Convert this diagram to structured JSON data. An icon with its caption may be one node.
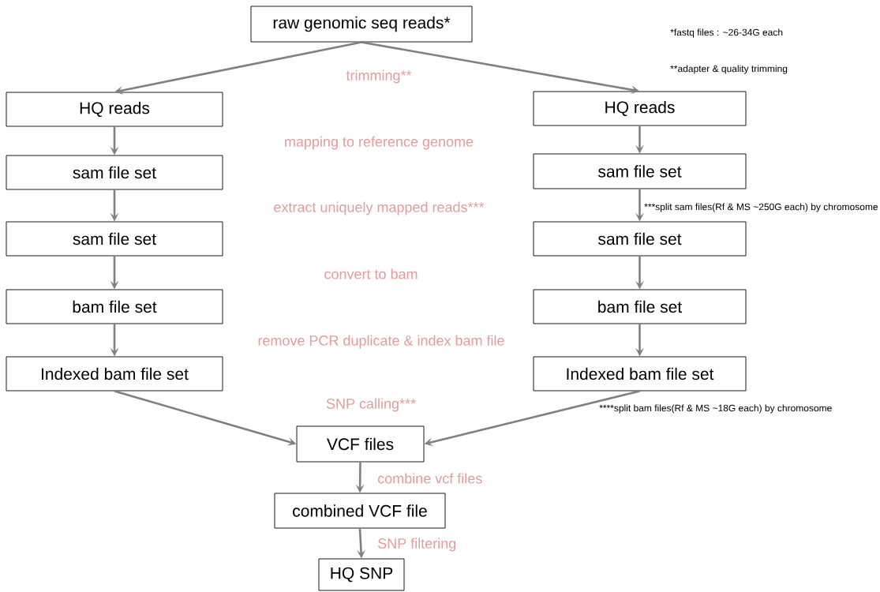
{
  "diagram": {
    "nodes": [
      {
        "text": [
          "raw genomic seq reads*"
        ]
      },
      {
        "text": [
          "HQ reads"
        ]
      },
      {
        "text": [
          "HQ reads"
        ]
      },
      {
        "text": [
          "sam file set"
        ]
      },
      {
        "text": [
          "sam file set"
        ]
      },
      {
        "text": [
          "sam file set"
        ]
      },
      {
        "text": [
          "sam file set"
        ]
      },
      {
        "text": [
          "bam file set"
        ]
      },
      {
        "text": [
          "bam file set"
        ]
      },
      {
        "text": [
          "Indexed bam file set"
        ]
      },
      {
        "text": [
          "Indexed bam file set"
        ]
      },
      {
        "text": [
          "VCF files"
        ]
      },
      {
        "text": [
          "combined VCF file"
        ]
      },
      {
        "text": [
          "HQ SNP"
        ]
      }
    ],
    "edges": [
      {
        "from": 0,
        "to": 1,
        "arrow": "to"
      },
      {
        "from": 0,
        "to": 2,
        "arrow": "to"
      },
      {
        "from": 1,
        "to": 3,
        "arrow": "to"
      },
      {
        "from": 2,
        "to": 4,
        "arrow": "to"
      },
      {
        "from": 3,
        "to": 5,
        "arrow": "to"
      },
      {
        "from": 4,
        "to": 6,
        "arrow": "to"
      },
      {
        "from": 5,
        "to": 7,
        "arrow": "to"
      },
      {
        "from": 6,
        "to": 8,
        "arrow": "to"
      },
      {
        "from": 7,
        "to": 9,
        "arrow": "to"
      },
      {
        "from": 8,
        "to": 10,
        "arrow": "to"
      },
      {
        "from": 9,
        "to": 11,
        "arrow": "to"
      },
      {
        "from": 10,
        "to": 11,
        "arrow": "to"
      },
      {
        "from": 11,
        "to": 12,
        "arrow": "to"
      },
      {
        "from": 12,
        "to": 13,
        "arrow": "to"
      }
    ],
    "labels": [
      "*fastq files : ~26-34G each",
      "**adapter & quality trimming",
      "trimming**",
      "mapping to reference genome",
      "extract uniquely mapped reads***",
      "***split sam files(Rf & MS ~250G each) by chromosome",
      "convert to bam",
      "remove PCR duplicate & index bam file",
      "SNP calling***",
      "****split bam files(Rf & MS ~18G each) by chromosome",
      "combine vcf files",
      "SNP filtering"
    ]
  }
}
